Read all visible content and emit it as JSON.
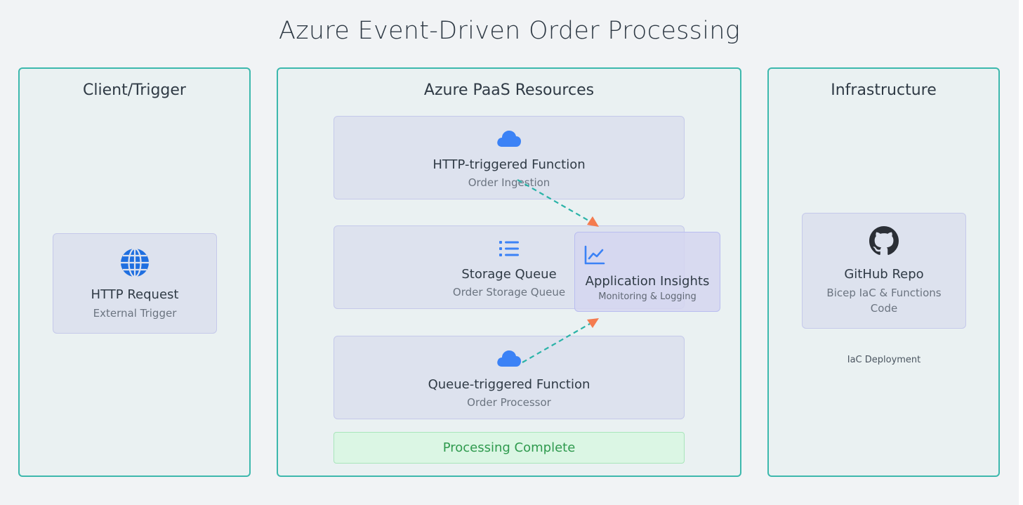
{
  "title": "Azure Event-Driven Order Processing",
  "panels": {
    "client": {
      "title": "Client/Trigger"
    },
    "azure": {
      "title": "Azure PaaS Resources"
    },
    "infra": {
      "title": "Infrastructure"
    }
  },
  "nodes": {
    "http_request": {
      "label": "HTTP Request",
      "sub": "External Trigger",
      "icon": "globe-icon"
    },
    "http_function": {
      "label": "HTTP-triggered Function",
      "sub": "Order Ingestion",
      "icon": "cloud-icon"
    },
    "storage_queue": {
      "label": "Storage Queue",
      "sub": "Order Storage Queue",
      "icon": "list-icon"
    },
    "queue_function": {
      "label": "Queue-triggered Function",
      "sub": "Order Processor",
      "icon": "cloud-icon"
    },
    "app_insights": {
      "label": "Application Insights",
      "sub": "Monitoring & Logging",
      "icon": "chart-line-icon"
    },
    "github_repo": {
      "label": "GitHub Repo",
      "sub_line1": "Bicep IaC & Functions",
      "sub_line2": "Code",
      "icon": "github-icon"
    }
  },
  "complete_label": "Processing Complete",
  "deploy_label": "IaC Deployment",
  "colors": {
    "panel_border": "#3db8ad",
    "icon_blue": "#3b82f6",
    "arrow_line": "#2bb3a8",
    "arrow_head": "#f47b4f",
    "complete_text": "#2f9a4e"
  }
}
